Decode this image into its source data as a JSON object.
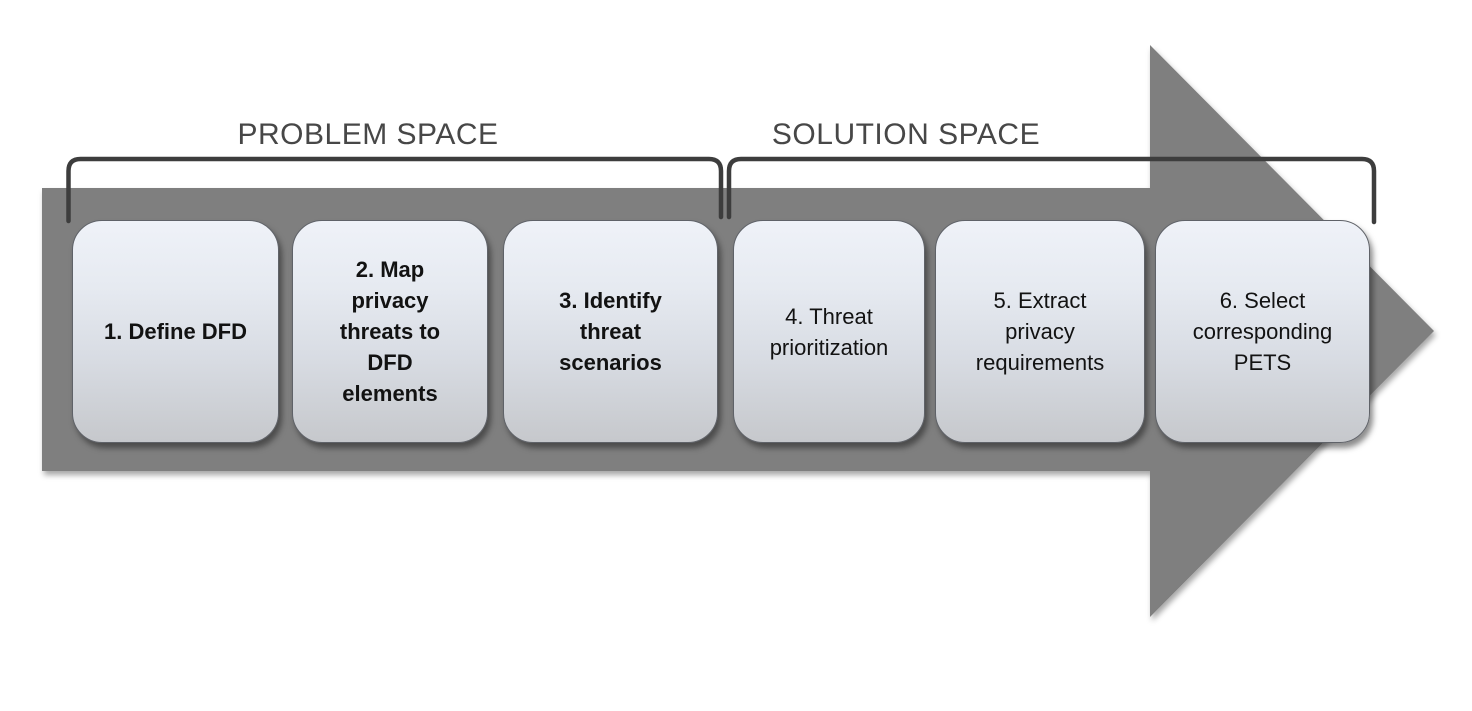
{
  "labels": {
    "problem": "PROBLEM SPACE",
    "solution": "SOLUTION SPACE"
  },
  "steps": [
    {
      "id": 1,
      "space": "problem",
      "emphasis": "bold",
      "lines": [
        "1. Define DFD"
      ]
    },
    {
      "id": 2,
      "space": "problem",
      "emphasis": "bold",
      "lines": [
        "2. Map",
        "privacy",
        "threats to",
        "DFD",
        "elements"
      ]
    },
    {
      "id": 3,
      "space": "problem",
      "emphasis": "bold",
      "lines": [
        "3. Identify",
        "threat",
        "scenarios"
      ]
    },
    {
      "id": 4,
      "space": "solution",
      "emphasis": "regular",
      "lines": [
        "4. Threat",
        "prioritization"
      ]
    },
    {
      "id": 5,
      "space": "solution",
      "emphasis": "regular",
      "lines": [
        "5. Extract",
        "privacy",
        "requirements"
      ]
    },
    {
      "id": 6,
      "space": "solution",
      "emphasis": "regular",
      "lines": [
        "6. Select",
        "corresponding",
        "PETS"
      ]
    }
  ],
  "colors": {
    "arrow": "#7f7f7f",
    "bracket": "#3d3d3d",
    "label_text": "#474747",
    "box_border": "#5f6268",
    "box_top": "#eff2f8",
    "box_bottom": "#c6c8cc",
    "step_text": "#121212"
  }
}
